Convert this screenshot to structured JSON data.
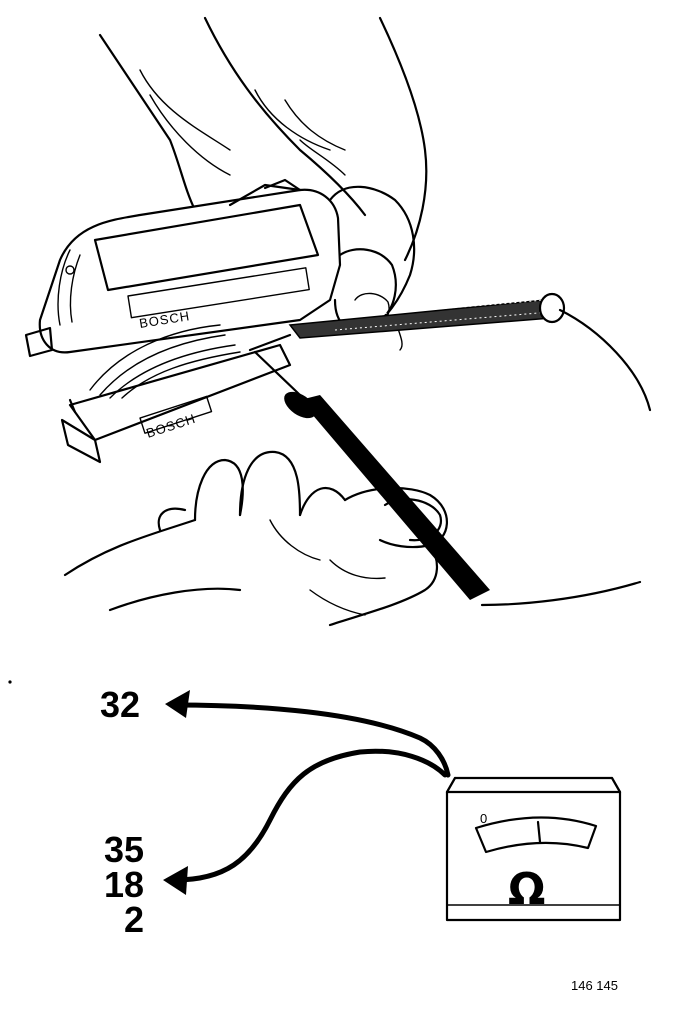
{
  "connector": {
    "brand_top": "BOSCH",
    "brand_bottom": "BOSCH"
  },
  "meter": {
    "scale_zero": "0",
    "symbol": "Ω"
  },
  "pins": {
    "upper": "32",
    "lower": [
      "35",
      "18",
      "2"
    ]
  },
  "figure_number": "146 145",
  "colors": {
    "ink": "#000000",
    "paper": "#ffffff"
  }
}
